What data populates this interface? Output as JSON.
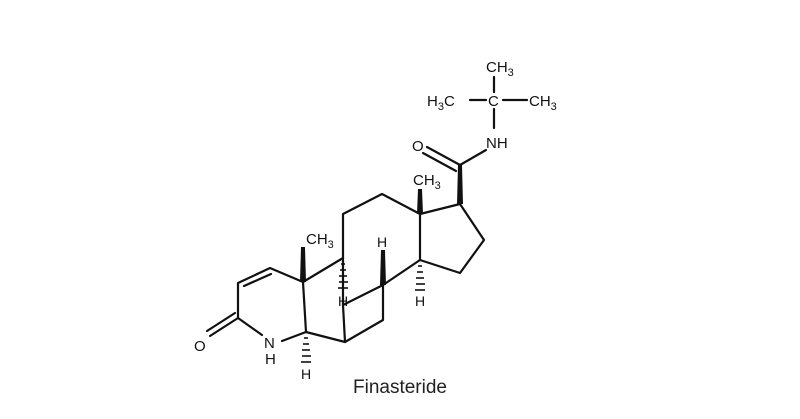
{
  "caption": "Finasteride",
  "labels": {
    "o_amide": "O",
    "o_lactam": "O",
    "nh_amide": "NH",
    "nh_lactam_n": "N",
    "nh_lactam_h": "H",
    "c_quaternary": "C",
    "methyl_top": "CH",
    "methyl_left_main": "H",
    "methyl_left_c": "C",
    "methyl_right": "CH",
    "methyl_c13": "CH",
    "methyl_c10": "CH",
    "sub3": "3",
    "h_c9": "H",
    "h_c8": "H",
    "h_c14": "H",
    "h_c5": "H"
  },
  "colors": {
    "ink": "#111111",
    "background": "#ffffff"
  }
}
